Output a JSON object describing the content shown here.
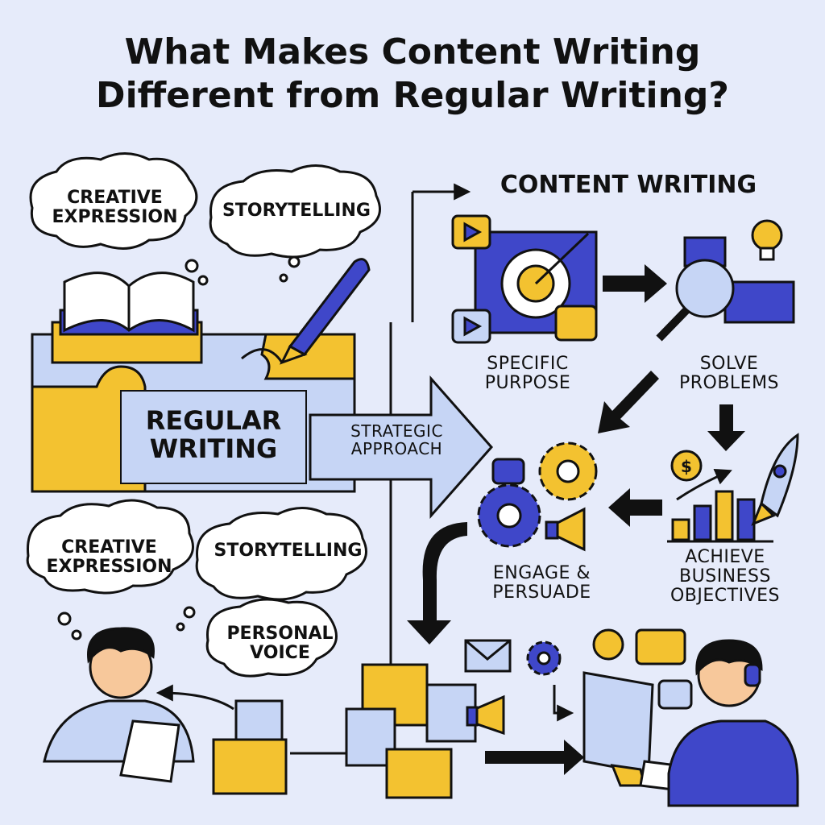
{
  "title": "What Makes Content Writing Different from Regular Writing?",
  "regular": {
    "label": "REGULAR\nWRITING",
    "bubbles_top": [
      "CREATIVE\nEXPRESSION",
      "STORYTELLING"
    ],
    "bubbles_bottom": [
      "CREATIVE\nEXPRESSION",
      "STORYTELLING",
      "PERSONAL\nVOICE"
    ]
  },
  "arrow_label": "STRATEGIC\nAPPROACH",
  "content": {
    "header": "CONTENT WRITING",
    "steps": [
      "SPECIFIC\nPURPOSE",
      "SOLVE\nPROBLEMS",
      "ENGAGE &\nPERSUADE",
      "ACHIEVE\nBUSINESS\nOBJECTIVES"
    ]
  },
  "colors": {
    "background": "#e6ebfa",
    "blue": "#3f47c9",
    "yellow": "#f3c230",
    "light_blue": "#c6d5f5",
    "ink": "#111111"
  }
}
